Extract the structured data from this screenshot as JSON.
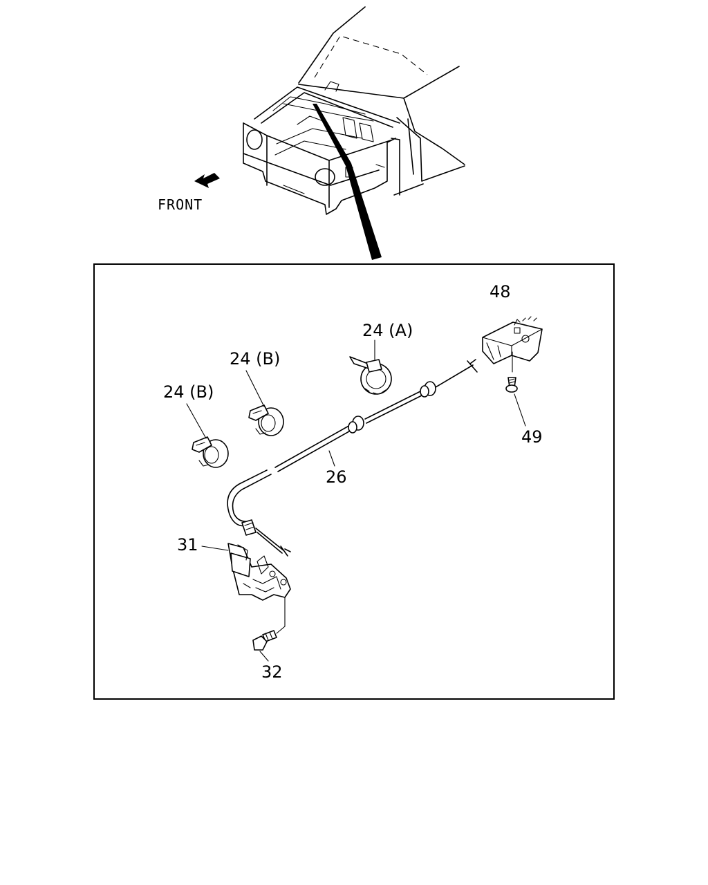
{
  "direction_label": "FRONT",
  "callouts": {
    "p48": "48",
    "p49": "49",
    "p24a": "24 (A)",
    "p24b_upper": "24 (B)",
    "p24b_lower": "24 (B)",
    "p26": "26",
    "p31": "31",
    "p32": "32"
  }
}
